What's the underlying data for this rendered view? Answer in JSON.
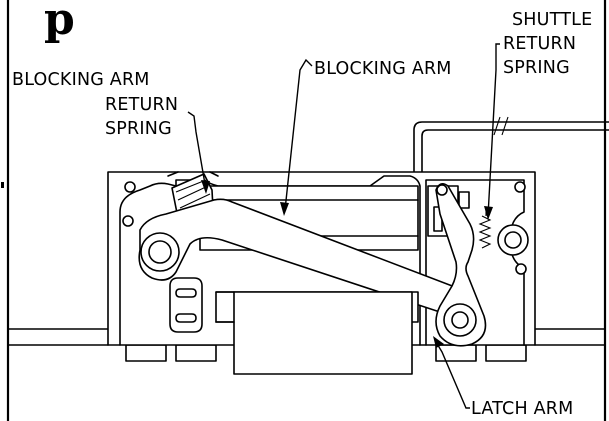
{
  "heading_fragment": "p",
  "callouts": {
    "blocking_arm_return_spring": [
      "BLOCKING ARM",
      "RETURN",
      "SPRING"
    ],
    "blocking_arm": "BLOCKING ARM",
    "shuttle_return_spring": [
      "SHUTTLE",
      "RETURN",
      "SPRING"
    ],
    "latch_arm": "LATCH ARM"
  }
}
